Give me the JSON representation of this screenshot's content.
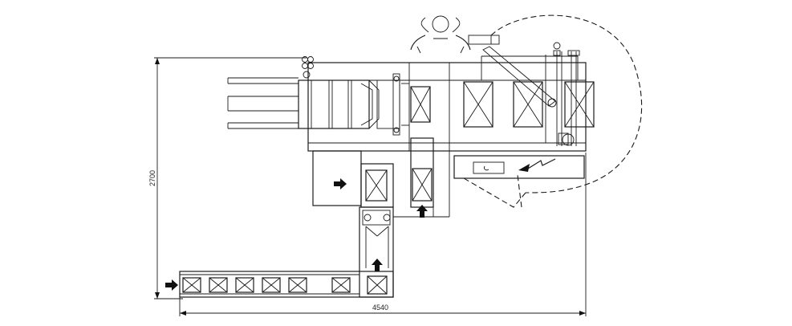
{
  "dimensions": {
    "height_label": "2700",
    "width_label": "4540"
  },
  "arrows": {
    "color": "#111111",
    "items": [
      {
        "name": "infeed-arrow",
        "direction": "right"
      },
      {
        "name": "side-feed-arrow",
        "direction": "right"
      },
      {
        "name": "lift-arrow-lower",
        "direction": "up"
      },
      {
        "name": "lift-arrow-upper",
        "direction": "up"
      }
    ]
  },
  "symbols": {
    "operator": "operator-icon",
    "flow_arrow": "lightning-arrow-icon"
  }
}
